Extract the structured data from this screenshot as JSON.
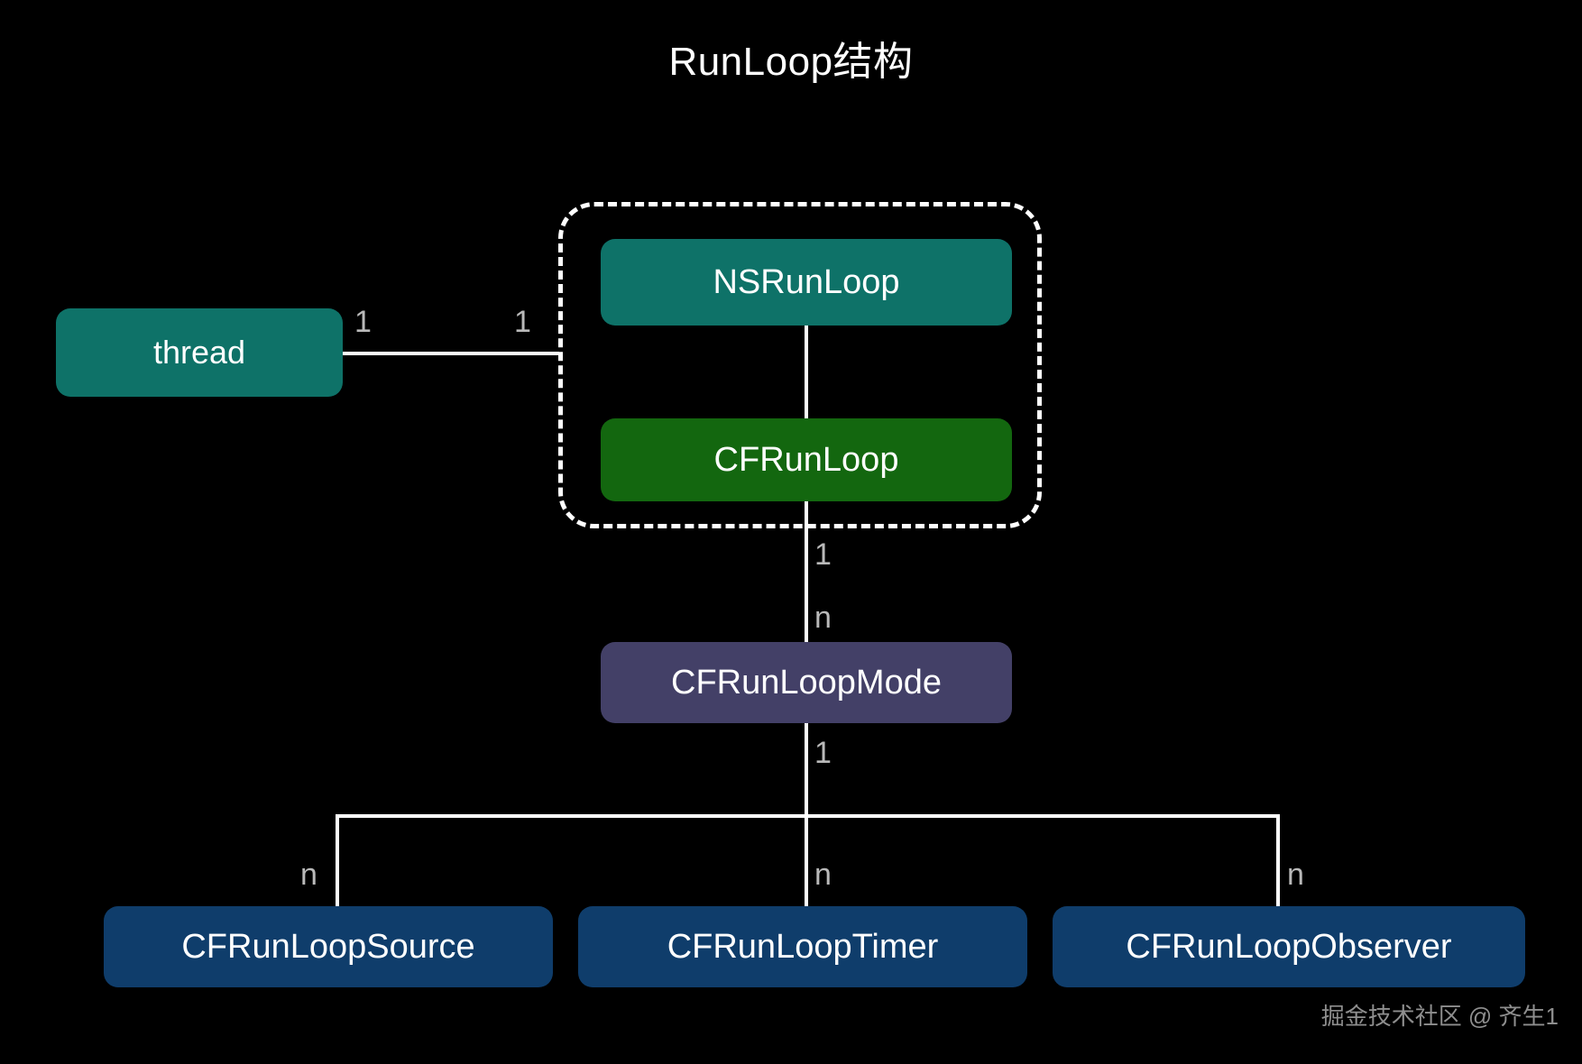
{
  "diagram": {
    "title": "RunLoop结构",
    "background_color": "#000000",
    "line_color": "#ffffff",
    "label_color": "#b9b9b9",
    "nodes": [
      {
        "id": "thread",
        "label": "thread",
        "color": "#0e7268"
      },
      {
        "id": "nsrunloop",
        "label": "NSRunLoop",
        "color": "#0e7268"
      },
      {
        "id": "cfrunloop",
        "label": "CFRunLoop",
        "color": "#13670f"
      },
      {
        "id": "cfrunloopmode",
        "label": "CFRunLoopMode",
        "color": "#434067"
      },
      {
        "id": "cfrunloopsource",
        "label": "CFRunLoopSource",
        "color": "#0f3d6b"
      },
      {
        "id": "cfrunlooptimer",
        "label": "CFRunLoopTimer",
        "color": "#0f3d6b"
      },
      {
        "id": "cfrunloopobserver",
        "label": "CFRunLoopObserver",
        "color": "#0f3d6b"
      }
    ],
    "group": {
      "id": "runloop-group",
      "border_style": "dashed",
      "members": [
        "nsrunloop",
        "cfrunloop"
      ]
    },
    "cardinalities": {
      "thread_side": "1",
      "runloop_side": "1",
      "cfrunloop_to_mode_from": "1",
      "cfrunloop_to_mode_to": "n",
      "mode_to_children_from": "1",
      "mode_to_source": "n",
      "mode_to_timer": "n",
      "mode_to_observer": "n"
    }
  },
  "watermark": {
    "text": "掘金技术社区 @ 齐生1"
  }
}
